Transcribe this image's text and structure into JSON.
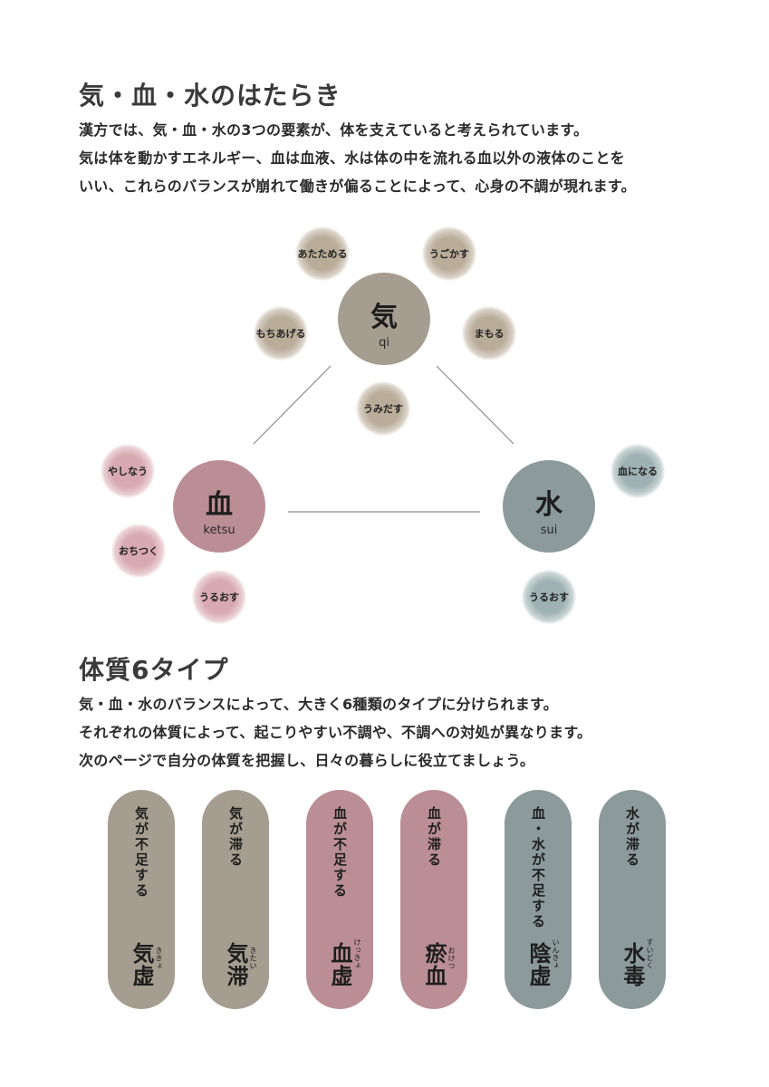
{
  "section1": {
    "title": "気・血・水のはたらき",
    "lines": [
      "漢方では、気・血・水の3つの要素が、体を支えていると考えられています。",
      "気は体を動かすエネルギー、血は血液、水は体の中を流れる血以外の液体のことを",
      "いい、これらのバランスが崩れて働きが偏ることによって、心身の不調が現れます。"
    ]
  },
  "diagram": {
    "qi": {
      "kanji": "気",
      "romaji": "qi",
      "functions": [
        "あたためる",
        "うごかす",
        "もちあげる",
        "まもる",
        "うみだす"
      ]
    },
    "ketsu": {
      "kanji": "血",
      "romaji": "ketsu",
      "functions": [
        "やしなう",
        "おちつく",
        "うるおす"
      ]
    },
    "sui": {
      "kanji": "水",
      "romaji": "sui",
      "functions": [
        "血になる",
        "うるおす"
      ]
    },
    "colors": {
      "qi": "#a59d8f",
      "ketsu": "#bb8e95",
      "sui": "#8c9a9b"
    }
  },
  "section2": {
    "title": "体質6タイプ",
    "lines": [
      "気・血・水のバランスによって、大きく6種類のタイプに分けられます。",
      "それぞれの体質によって、起こりやすい不調や、不調への対処が異なります。",
      "次のページで自分の体質を把握し、日々の暮らしに役立てましょう。"
    ]
  },
  "types": [
    {
      "caption": "気が不足する",
      "name": "気虚",
      "reading": "ききょ",
      "color": "#a59d8f"
    },
    {
      "caption": "気が滞る",
      "name": "気滞",
      "reading": "きたい",
      "color": "#a59d8f"
    },
    {
      "caption": "血が不足する",
      "name": "血虚",
      "reading": "けっきょ",
      "color": "#bb8e95"
    },
    {
      "caption": "血が滞る",
      "name": "瘀血",
      "reading": "おけつ",
      "color": "#bb8e95"
    },
    {
      "caption": "血・水が不足する",
      "name": "陰虚",
      "reading": "いんきょ",
      "color": "#8c9a9b"
    },
    {
      "caption": "水が滞る",
      "name": "水毒",
      "reading": "すいどく",
      "color": "#8c9a9b"
    }
  ]
}
